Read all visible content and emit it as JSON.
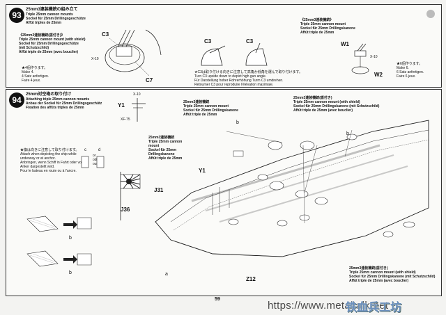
{
  "step93": {
    "number": "93",
    "title_jp": "25mm3連装機銃の組み立て",
    "title_en": "Triple 25mm cannon mounts",
    "title_de": "Sockel für 25mm Drillingsgeschütze",
    "title_fr": "Affût triples de 25mm",
    "sub_jp": "《25mm3連装機銃(盾付き)》",
    "sub_en": "Triple 25mm cannon mount (with shield)",
    "sub_de": "Sockel für 25mm Drillingsgeschütze",
    "sub_de2": "(mit Schutzschild)",
    "sub_fr": "Affût triple de 25mm (avec bouclier)",
    "make_jp": "★4個作ります。",
    "make_en": "Make 4.",
    "make_de": "4 Satz anfertigen.",
    "make_fr": "Faire 4 jeux.",
    "note_jp": "★C3は取り付ける向きに注意して高角か低角を選んで取り付けます。",
    "note_en": "Turn C3 upside down to depict high gun angle.",
    "note_de": "Für Darstellung hoher Rohrerhöhung Turm C3 umdrehen.",
    "note_fr": "Retourner C3 pour reproduire l'élévation maximale.",
    "right_jp": "《25mm3連装機銃》",
    "right_en": "Triple 25mm cannon mount",
    "right_de": "Sockel für 25mm Drillingskanone",
    "right_fr": "Affût triple de 25mm",
    "right_make_jp": "★6個作ります。",
    "right_make_en": "Make 6.",
    "right_make_de": "6 Satz anfertigen.",
    "right_make_fr": "Faire 6 jeux.",
    "parts": {
      "c3": "C3",
      "c7": "C7",
      "x10": "X-10",
      "w1": "W1",
      "w2": "W2"
    }
  },
  "step94": {
    "number": "94",
    "title_jp": "25mm対空砲の取り付け",
    "title_en": "Attaching triple 25mm cannon mounts",
    "title_de": "Anbau der Sockel für 25mm Drillingsgeschütz",
    "title_fr": "Fixation des affûts triples de 25mm",
    "flag_jp": "★旗は向きに注意して取り付けます。",
    "flag_en": "Attach when depicting the ship while underway or at anchor.",
    "flag_de": "Anbringen, wenn Schiff in Fahrt oder vor Anker dargestellt wird.",
    "flag_fr": "Pour le bateau en route ou à l'ancre.",
    "c_en": "or",
    "c_de": "oder",
    "c_fr": "ou",
    "label_c": "c",
    "label_d": "d",
    "top_mount": "25mm3連装機銃\nTriple 25mm cannon mount\nSockel für 25mm Drillingskanone\nAffût triple de 25mm",
    "top_mount_shield": "25mm3連装機銃(盾付き)\nTriple 25mm cannon mount (with shield)\nSockel für 25mm Drillingskanone (mit Schutzschild)\nAffût triple de 25mm (avec bouclier)",
    "left_mount": "25mm3連装機銃\nTriple 25mm cannon\nmount\nSockel für 25mm\nDrillingskanone\nAffût triple de 25mm",
    "bottom_mount": "25mm3連装機銃(盾付き)\nTriple 25mm cannon mount (with shield)\nSockel für 25mm Drillingskanone (mit Schutzschild)\nAffût triple de 25mm (avec bouclier)",
    "parts": {
      "x10": "X-10",
      "y1a": "Y1",
      "y1b": "Y1",
      "xf75": "XF-75",
      "j31": "J31",
      "j36": "J36",
      "z12": "Z12",
      "a": "a",
      "b1": "b",
      "b2": "b",
      "b3": "b",
      "b4": "b"
    }
  },
  "footer": {
    "page_number": "59",
    "watermark_url": "https://www.metaltalk.net",
    "watermark_cjk": "铁血兵工坊"
  }
}
